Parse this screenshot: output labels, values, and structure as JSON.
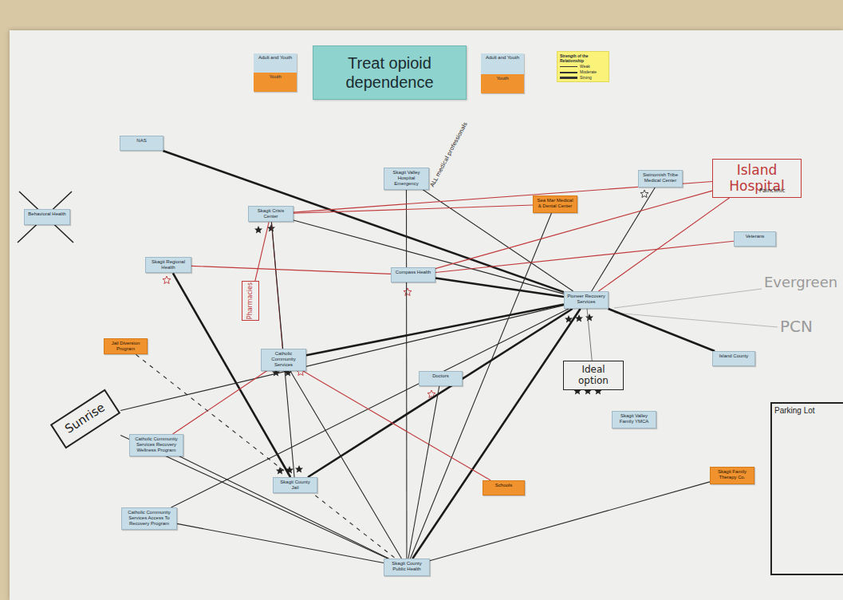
{
  "diagram": {
    "title": "Treat opioid dependence",
    "nodes": [
      {
        "text": [
          "Strength of the Relationship",
          "Weak",
          "Moderate",
          "Strong"
        ]
      },
      {
        "text": [
          "NAS"
        ]
      },
      {
        "text": [
          "Skagit Valley Hospital Emergency"
        ]
      },
      {
        "text": [
          "Swinomish Tribe Medical Center"
        ]
      },
      {
        "text": [
          "Island Hospital"
        ]
      },
      {
        "text": [
          "Sea Mar Medical & Dental Center"
        ]
      },
      {
        "text": [
          "Skagit Crisis Center"
        ]
      },
      {
        "text": [
          "Behavioral Health"
        ]
      },
      {
        "text": [
          "Veterans"
        ]
      },
      {
        "text": [
          "Skagit Regional Health"
        ]
      },
      {
        "text": [
          "Compass Health"
        ]
      },
      {
        "text": [
          "Pharmacies"
        ]
      },
      {
        "text": [
          "Pioneer Recovery Services"
        ]
      },
      {
        "text": [
          "Jail Diversion Program"
        ]
      },
      {
        "text": [
          "Catholic Community Services"
        ]
      },
      {
        "text": [
          "Island County"
        ]
      },
      {
        "text": [
          "Ideal option"
        ]
      },
      {
        "text": [
          "Doctors"
        ]
      },
      {
        "text": [
          "Sunrise"
        ]
      },
      {
        "text": [
          "Skagit Valley Family YMCA"
        ]
      },
      {
        "text": [
          "Catholic Community Services Recovery Wellness Program"
        ]
      },
      {
        "text": [
          "Skagit Family Therapy Co."
        ]
      },
      {
        "text": [
          "Skagit County Jail"
        ]
      },
      {
        "text": [
          "Schools"
        ]
      },
      {
        "text": [
          "Catholic Community Services Access To Recovery Program"
        ]
      },
      {
        "text": [
          "Skagit County Public Health"
        ]
      },
      {
        "text": [
          "Parking Lot"
        ]
      }
    ],
    "edges": [
      {
        "from": 1,
        "to": 12,
        "arrow": "none"
      },
      {
        "from": 2,
        "to": 12,
        "arrow": "none"
      },
      {
        "from": 2,
        "to": 25,
        "arrow": "none"
      },
      {
        "from": 6,
        "to": 4,
        "arrow": "none"
      },
      {
        "from": 6,
        "to": 12,
        "arrow": "none"
      },
      {
        "from": 6,
        "to": 5,
        "arrow": "none"
      },
      {
        "from": 6,
        "to": 14,
        "arrow": "none"
      },
      {
        "from": 6,
        "to": 22,
        "arrow": "none"
      },
      {
        "from": 9,
        "to": 10,
        "arrow": "none"
      },
      {
        "from": 9,
        "to": 22,
        "arrow": "none"
      },
      {
        "from": 10,
        "to": 12,
        "arrow": "none"
      },
      {
        "from": 5,
        "to": 25,
        "arrow": "none"
      },
      {
        "from": 3,
        "to": 12,
        "arrow": "none"
      },
      {
        "from": 4,
        "to": 12,
        "arrow": "none"
      },
      {
        "from": 4,
        "to": 10,
        "arrow": "none"
      },
      {
        "from": 8,
        "to": 10,
        "arrow": "none"
      },
      {
        "from": 12,
        "to": 15,
        "arrow": "none"
      },
      {
        "from": 12,
        "to": 18,
        "arrow": "none"
      },
      {
        "from": 12,
        "to": 14,
        "arrow": "none"
      },
      {
        "from": 12,
        "to": 22,
        "arrow": "none"
      },
      {
        "from": 12,
        "to": 25,
        "arrow": "none"
      },
      {
        "from": 12,
        "to": 24,
        "arrow": "none"
      },
      {
        "from": 12,
        "to": 16,
        "arrow": "none"
      },
      {
        "from": 14,
        "to": 23,
        "arrow": "none"
      },
      {
        "from": 14,
        "to": 25,
        "arrow": "none"
      },
      {
        "from": 14,
        "to": 20,
        "arrow": "none"
      },
      {
        "from": 17,
        "to": 25,
        "arrow": "none"
      },
      {
        "from": 13,
        "to": 25,
        "arrow": "none"
      },
      {
        "from": 18,
        "to": 25,
        "arrow": "none"
      },
      {
        "from": 20,
        "to": 25,
        "arrow": "none"
      },
      {
        "from": 24,
        "to": 25,
        "arrow": "none"
      },
      {
        "from": 21,
        "to": 25,
        "arrow": "none"
      },
      {
        "from": 11,
        "to": 6,
        "arrow": "none"
      }
    ],
    "labels": [
      "ALL medical professionals",
      "Painclinic",
      "Evergreen",
      "PCN"
    ],
    "legend": [
      {
        "text": "Adult and Youth",
        "color": "#c6dce6"
      },
      {
        "text": "Youth",
        "color": "#f0922e"
      },
      {
        "text": "Adult and Youth",
        "color": "#c6dce6"
      },
      {
        "text": "Youth",
        "color": "#f0922e"
      }
    ]
  }
}
